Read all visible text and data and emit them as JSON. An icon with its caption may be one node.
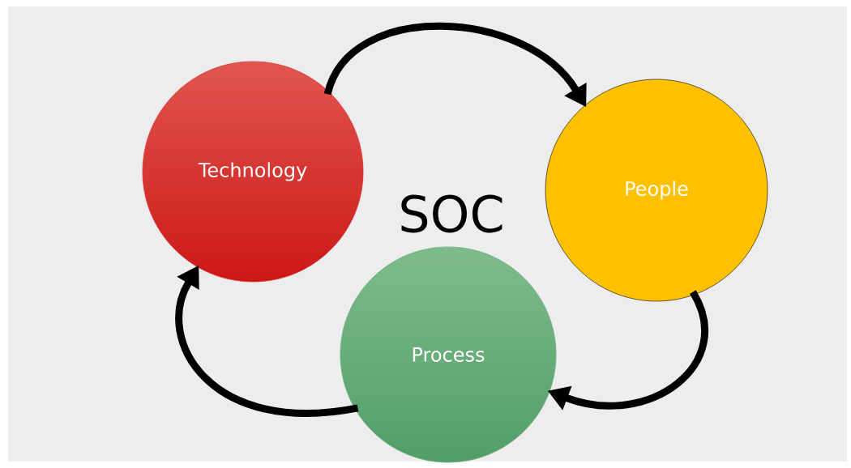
{
  "diagram": {
    "nodes": [
      {
        "text": [
          "Technology"
        ]
      },
      {
        "text": [
          "People"
        ]
      },
      {
        "text": [
          "Process"
        ]
      }
    ],
    "edges": [
      {
        "from": 0,
        "to": 1,
        "arrow": "to"
      },
      {
        "from": 1,
        "to": 2,
        "arrow": "to"
      },
      {
        "from": 2,
        "to": 0,
        "arrow": "to"
      }
    ],
    "labels": [
      "SOC"
    ]
  }
}
